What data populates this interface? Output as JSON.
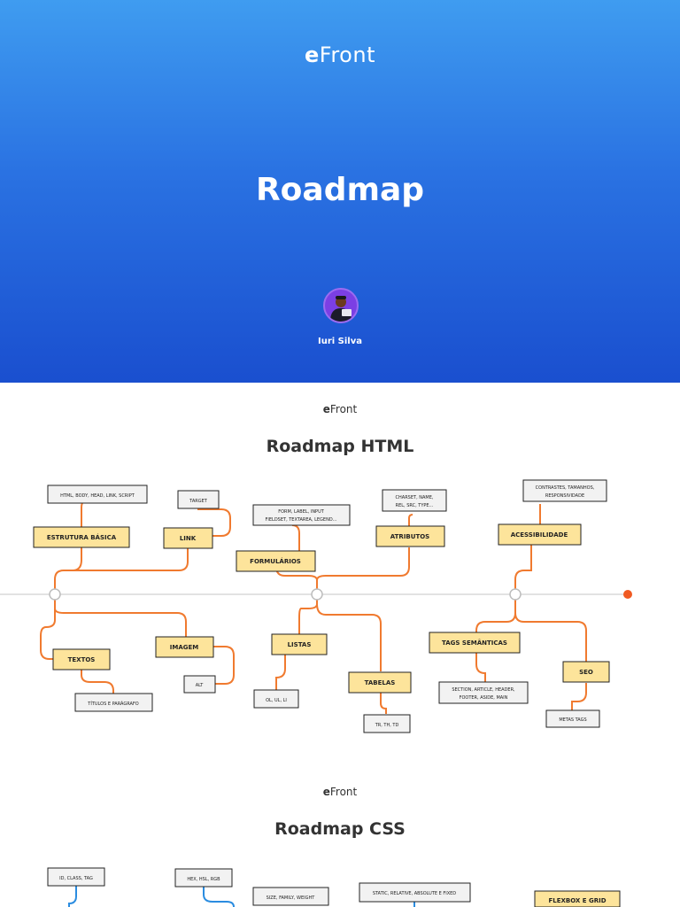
{
  "hero": {
    "brand_bold": "e",
    "brand_rest": "Front",
    "title": "Roadmap",
    "author": "Iuri Silva"
  },
  "html_section": {
    "brand_bold": "e",
    "brand_rest": "Front",
    "title": "Roadmap HTML",
    "nodes": {
      "estrutura": "ESTRUTURA BÁSICA",
      "estrutura_sub": "HTML, BODY, HEAD, LINK, SCRIPT",
      "link": "LINK",
      "link_sub": "TARGET",
      "formularios": "FORMULÁRIOS",
      "formularios_sub1": "FORM, LABEL, INPUT",
      "formularios_sub2": "FIELDSET, TEXTAREA, LEGEND...",
      "atributos": "ATRIBUTOS",
      "atributos_sub1": "CHARSET, NAME,",
      "atributos_sub2": "REL, SRC, TYPE...",
      "acessibilidade": "ACESSIBILIDADE",
      "acessibilidade_sub1": "CONTRASTES, TAMANHOS,",
      "acessibilidade_sub2": "RESPONSIVIDADE",
      "textos": "TEXTOS",
      "textos_sub": "TÍTULOS E PARÁGRAFO",
      "imagem": "IMAGEM",
      "imagem_sub": "ALT",
      "listas": "LISTAS",
      "listas_sub": "OL, UL, LI",
      "tabelas": "TABELAS",
      "tabelas_sub": "TR, TH, TD",
      "tags_semanticas": "TAGS SEMÂNTICAS",
      "tags_sub1": "SECTION, ARTICLE, HEADER,",
      "tags_sub2": "FOOTER, ASIDE, MAIN",
      "seo": "SEO",
      "seo_sub": "METAS TAGS"
    }
  },
  "css_section": {
    "brand_bold": "e",
    "brand_rest": "Front",
    "title": "Roadmap CSS",
    "nodes": {
      "seletores_sub": "ID, CLASS, TAG",
      "cores_sub": "HEX, HSL, RGB",
      "fontes_sub": "SIZE, FAMILY, WEIGHT",
      "position_sub": "STATIC, RELATIVE, ABSOLUTE E FIXED",
      "flexbox": "FLEXBOX E GRID"
    }
  },
  "colors": {
    "hero_top": "#3f9cf0",
    "hero_bottom": "#1a4fcf",
    "node_fill": "#fde49b",
    "connector_orange": "#f07a2f",
    "connector_blue": "#2a8ce0"
  }
}
